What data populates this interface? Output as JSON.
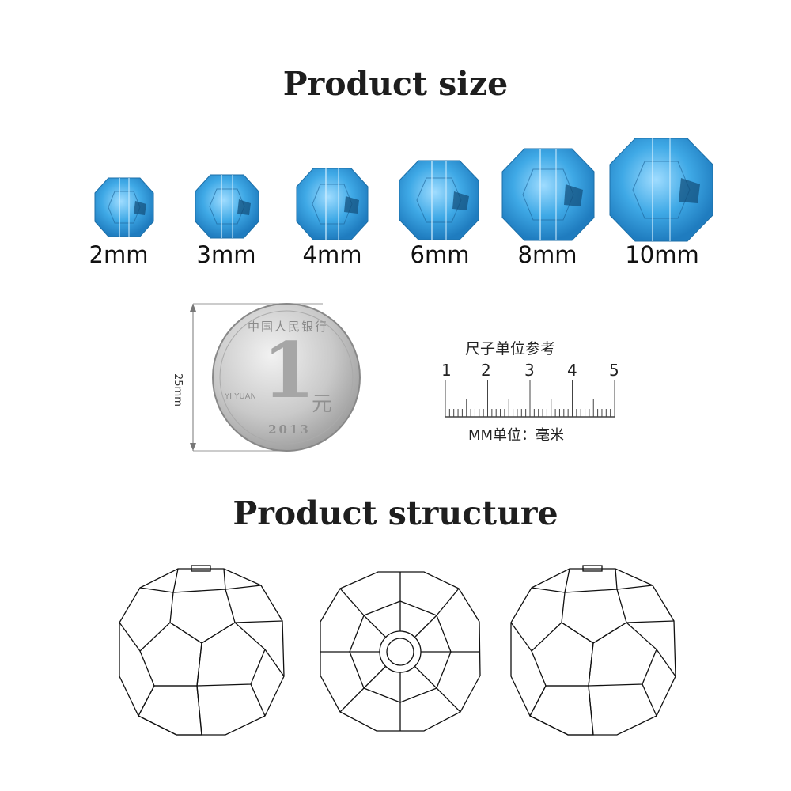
{
  "section_size": {
    "title": "Product size"
  },
  "beads": [
    {
      "label": "2mm"
    },
    {
      "label": "3mm"
    },
    {
      "label": "4mm"
    },
    {
      "label": "6mm"
    },
    {
      "label": "8mm"
    },
    {
      "label": "10mm"
    }
  ],
  "bead_color": "#3fa9e6",
  "coin": {
    "diameter_label": "25mm",
    "year": "2013",
    "top_text": "中国人民银行",
    "denomination": "1",
    "unit": "元",
    "roman": "YI YUAN"
  },
  "ruler": {
    "title": "尺子单位参考",
    "numbers": [
      "1",
      "2",
      "3",
      "4",
      "5"
    ],
    "unit_caption": "MM单位：毫米"
  },
  "section_structure": {
    "title": "Product structure"
  }
}
